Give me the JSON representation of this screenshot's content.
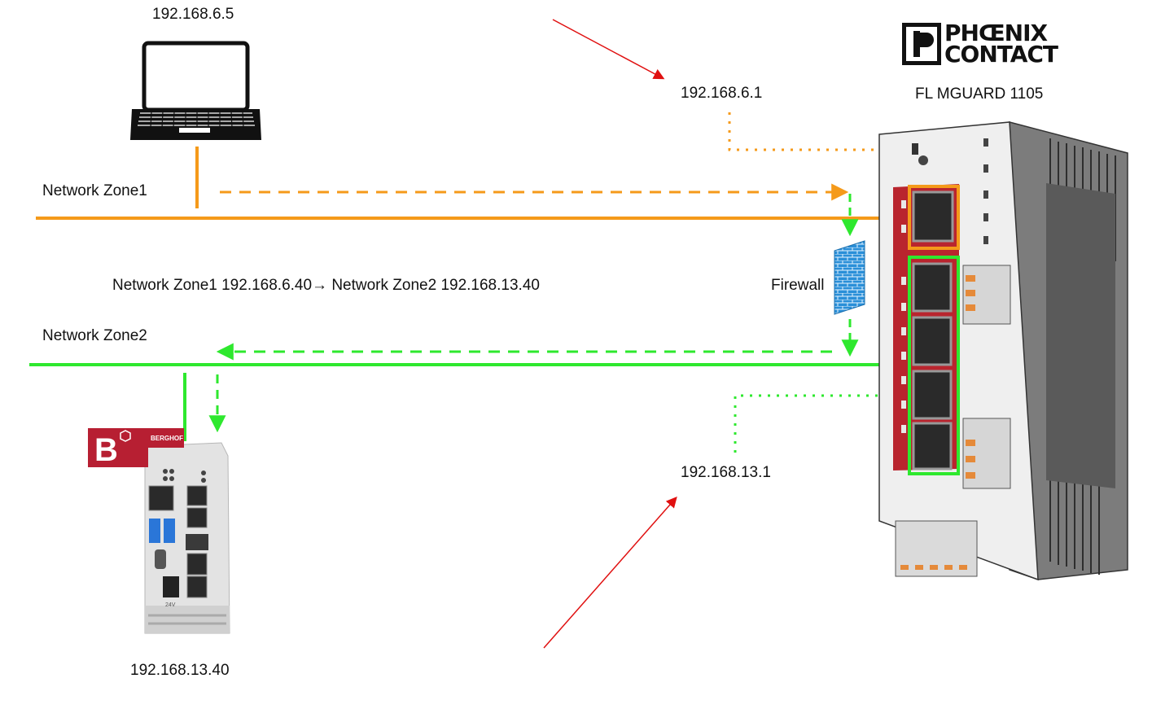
{
  "labels": {
    "laptop_ip": "192.168.6.5",
    "gateway_zone1_ip": "192.168.6.1",
    "gateway_zone2_ip": "192.168.13.1",
    "plc_ip": "192.168.13.40",
    "zone1": "Network Zone1",
    "zone2": "Network Zone2",
    "nat_rule": "Network Zone1 192.168.6.40→ Network Zone2 192.168.13.40",
    "firewall": "Firewall",
    "device_model": "FL MGUARD 1105"
  },
  "brand": {
    "line1": "PHŒNIX",
    "line2": "CONTACT"
  },
  "plc": {
    "brand": "BERGHOF",
    "logo_letter": "B",
    "voltage": "24V"
  },
  "colors": {
    "zone1": "#f59a1a",
    "zone2": "#2ee82e",
    "annotation_arrow": "#e01010",
    "firewall": "#2a8fd8",
    "device_red": "#b9252e",
    "berghof_red": "#b71f32"
  }
}
